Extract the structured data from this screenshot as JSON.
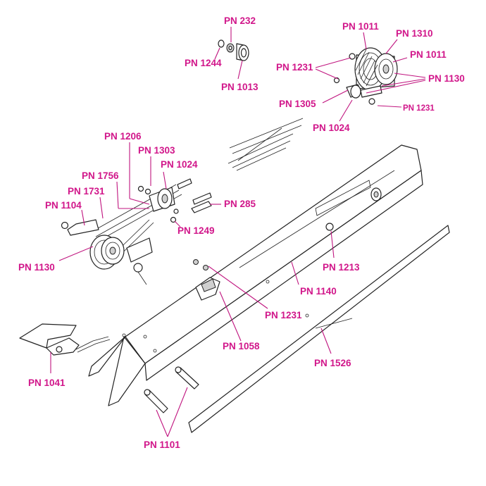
{
  "accent_color": "#d1168a",
  "labels": {
    "pn232": "PN 232",
    "pn1244": "PN 1244",
    "pn1013": "PN 1013",
    "pn1011_top": "PN 1011",
    "pn1310": "PN 1310",
    "pn1011_right": "PN 1011",
    "pn1231_upper": "PN 1231",
    "pn1130_right": "PN 1130",
    "pn1305": "PN 1305",
    "pn1231_small": "PN 1231",
    "pn1024_right": "PN 1024",
    "pn1206": "PN 1206",
    "pn1303": "PN 1303",
    "pn1024_left": "PN 1024",
    "pn1756": "PN 1756",
    "pn1731": "PN 1731",
    "pn1104": "PN 1104",
    "pn285": "PN 285",
    "pn1249": "PN 1249",
    "pn1130_left": "PN 1130",
    "pn1213": "PN 1213",
    "pn1140": "PN 1140",
    "pn1231_lower": "PN 1231",
    "pn1058": "PN 1058",
    "pn1526": "PN 1526",
    "pn1041": "PN 1041",
    "pn1101": "PN 1101"
  }
}
